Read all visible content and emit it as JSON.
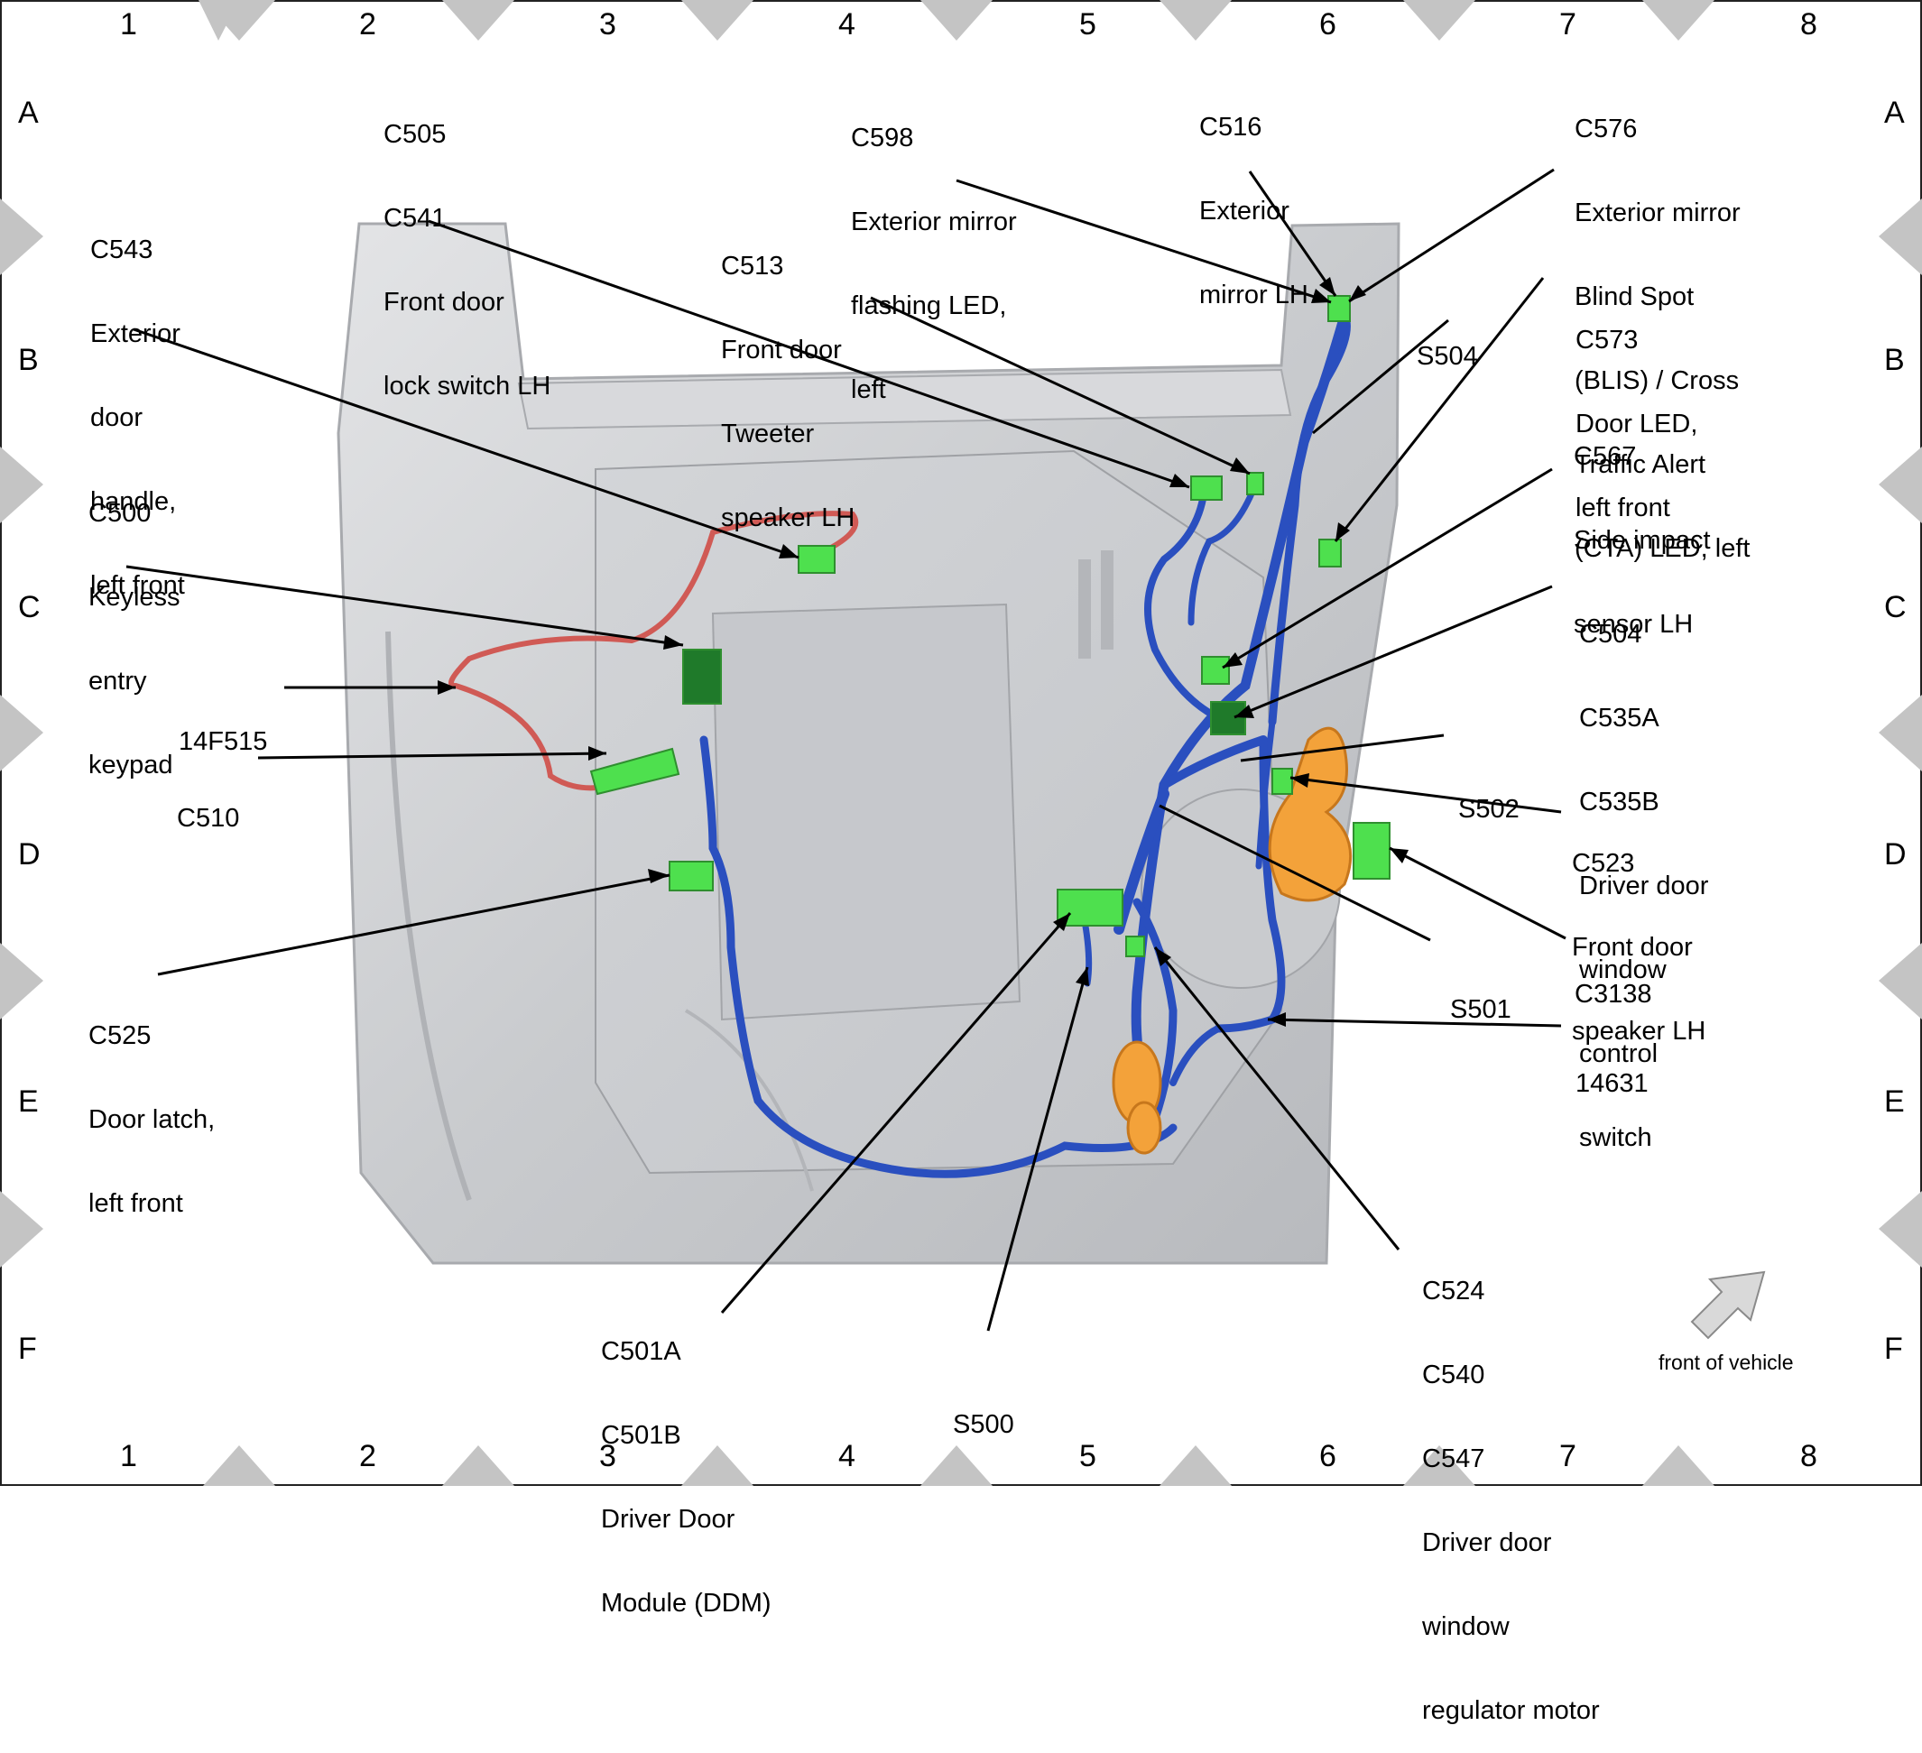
{
  "grid": {
    "columns": [
      "1",
      "2",
      "3",
      "4",
      "5",
      "6",
      "7",
      "8"
    ],
    "rows": [
      "A",
      "B",
      "C",
      "D",
      "E",
      "F"
    ]
  },
  "callouts": {
    "c505": [
      "C505",
      "C541",
      "Front door",
      "lock switch LH"
    ],
    "c598": [
      "C598",
      "Exterior mirror",
      "flashing LED,",
      "left"
    ],
    "c516": [
      "C516",
      "Exterior",
      "mirror LH"
    ],
    "c576": [
      "C576",
      "Exterior mirror",
      "Blind Spot",
      "(BLIS) / Cross",
      "Traffic Alert",
      "(CTA) LED, left"
    ],
    "c543": [
      "C543",
      "Exterior",
      "door",
      "handle,",
      "left front"
    ],
    "c513": [
      "C513",
      "Front door",
      "Tweeter",
      "speaker LH"
    ],
    "s504": [
      "S504"
    ],
    "c573": [
      "C573",
      "Door LED,",
      "left front"
    ],
    "c567": [
      "C567",
      "Side impact",
      "sensor LH"
    ],
    "c500": [
      "C500",
      "Keyless",
      "entry",
      "keypad"
    ],
    "c504": [
      "C504",
      "C535A",
      "C535B",
      "Driver door",
      "window",
      "control",
      "switch"
    ],
    "w14f515": [
      "14F515"
    ],
    "c510": [
      "C510"
    ],
    "s502": [
      "S502"
    ],
    "c523": [
      "C523",
      "Front door",
      "speaker LH"
    ],
    "c525": [
      "C525",
      "Door latch,",
      "left front"
    ],
    "s501": [
      "S501"
    ],
    "c3138": [
      "C3138"
    ],
    "w14631": [
      "14631"
    ],
    "c524": [
      "C524",
      "C540",
      "C547",
      "Driver door",
      "window",
      "regulator motor"
    ],
    "c501": [
      "C501A",
      "C501B",
      "Driver Door",
      "Module (DDM)"
    ],
    "s500": [
      "S500"
    ]
  },
  "front_note": "front of vehicle",
  "colors": {
    "harness_blue": "#2a4fbf",
    "harness_red": "#d05a55",
    "connector_green": "#4ee04e",
    "connector_dark_green": "#1f7a2a",
    "motor_orange": "#f3a23a",
    "panel_gray": "#cfd1d4",
    "marker_gray": "#c4c4c4"
  },
  "icons": {
    "direction_arrow": "front-arrow-icon"
  }
}
